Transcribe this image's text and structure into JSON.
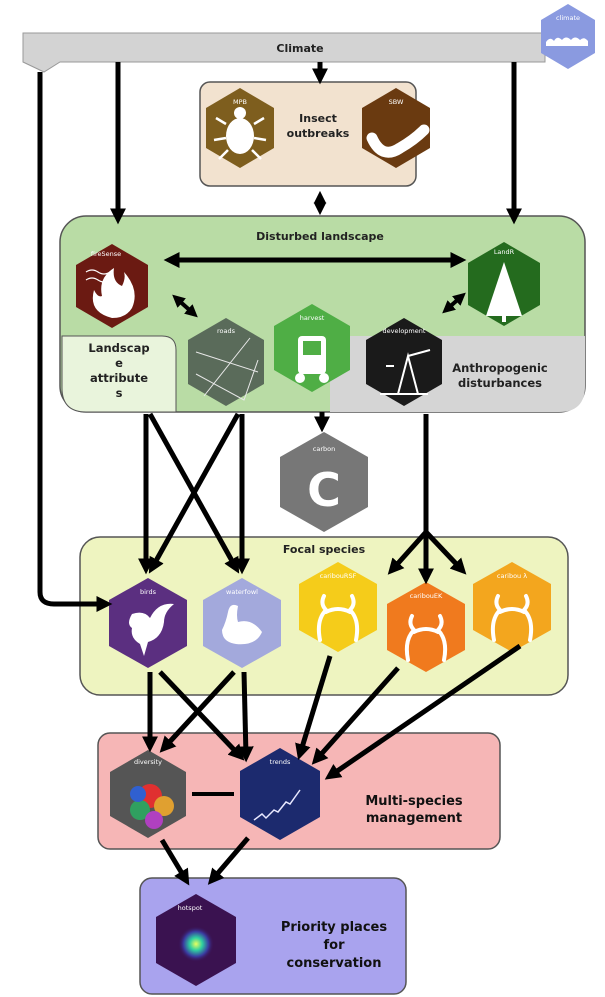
{
  "climate": {
    "label": "Climate",
    "hex": "climate"
  },
  "insects": {
    "title": "Insect outbreaks",
    "title_line1": "Insect",
    "title_line2": "outbreaks",
    "mpb": "MPB",
    "sbw": "SBW"
  },
  "disturbed": {
    "title": "Disturbed landscape",
    "firesense": "fireSense",
    "landr": "LandR",
    "landscape_attr_lines": [
      "Landscap",
      "e",
      "attribute",
      "s"
    ],
    "roads": "roads",
    "harvest": "harvest",
    "development": "development",
    "anthro_line1": "Anthropogenic",
    "anthro_line2": "disturbances"
  },
  "carbon": {
    "hex": "carbon",
    "glyph": "C"
  },
  "focal": {
    "title": "Focal species",
    "birds": "birds",
    "waterfowl": "waterfowl",
    "caribou_rsf": "caribouRSF",
    "caribou_ek": "caribouEK",
    "caribou_lambda": "caribou λ"
  },
  "multi": {
    "title_line1": "Multi-species",
    "title_line2": "management",
    "diversity": "diversity",
    "trends": "trends"
  },
  "priority": {
    "line1": "Priority places",
    "line2": "for",
    "line3": "conservation",
    "hotspot": "hotspot"
  },
  "colors": {
    "climate_bar": "#d3d3d3",
    "climate_hex": "#8a9ae0",
    "insect_box": "#f2e2cf",
    "mpb": "#7e5e1e",
    "sbw": "#6a3a10",
    "disturbed_box": "#b9dca5",
    "firesense": "#6b1a12",
    "landr": "#246b1e",
    "roads": "#5a6b5a",
    "harvest": "#4fae45",
    "development": "#1a1a1a",
    "carbon": "#777777",
    "focal_box": "#eef4c0",
    "birds": "#5b2f80",
    "waterfowl": "#a3a9dc",
    "caribou_rsf": "#f5cc1a",
    "caribou_ek": "#f07a1e",
    "caribou_lambda": "#f3a61e",
    "multi_box": "#f6b6b6",
    "diversity": "#555555",
    "trends": "#1c2a6e",
    "priority_box": "#a9a3ee",
    "hotspot": "#3a1250"
  }
}
